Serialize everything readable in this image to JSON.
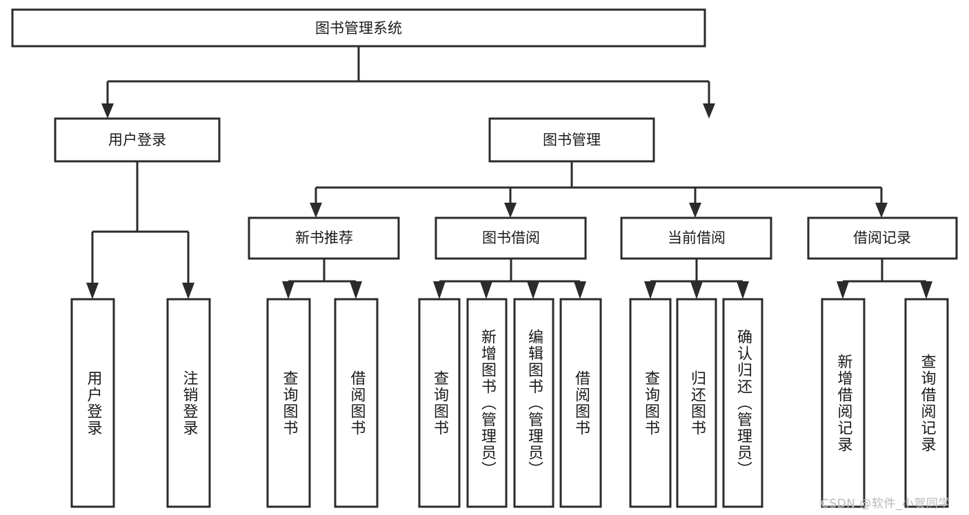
{
  "diagram": {
    "type": "tree-hierarchy",
    "title": "图书管理系统",
    "orientation": "top-down",
    "colors": {
      "stroke": "#2b2b2b",
      "fill": "#ffffff",
      "text": "#1a1a1a",
      "watermark": "#b9b9b9"
    },
    "root": {
      "label": "图书管理系统"
    },
    "level2": [
      {
        "label": "用户登录"
      },
      {
        "label": "图书管理"
      }
    ],
    "level3": [
      {
        "label": "新书推荐"
      },
      {
        "label": "图书借阅"
      },
      {
        "label": "当前借阅"
      },
      {
        "label": "借阅记录"
      }
    ],
    "leaves": {
      "user_login": [
        {
          "label": "用户登录"
        },
        {
          "label": "注销登录"
        }
      ],
      "new_book_recommend": [
        {
          "label": "查询图书"
        },
        {
          "label": "借阅图书"
        }
      ],
      "book_borrow": [
        {
          "label": "查询图书"
        },
        {
          "label": "新增图书（管理员）"
        },
        {
          "label": "编辑图书（管理员）"
        },
        {
          "label": "借阅图书"
        }
      ],
      "current_borrow": [
        {
          "label": "查询图书"
        },
        {
          "label": "归还图书"
        },
        {
          "label": "确认归还（管理员）"
        }
      ],
      "borrow_records": [
        {
          "label": "新增借阅记录"
        },
        {
          "label": "查询借阅记录"
        }
      ]
    }
  },
  "watermark": {
    "text": "CSDN @软件_小贺同学"
  }
}
